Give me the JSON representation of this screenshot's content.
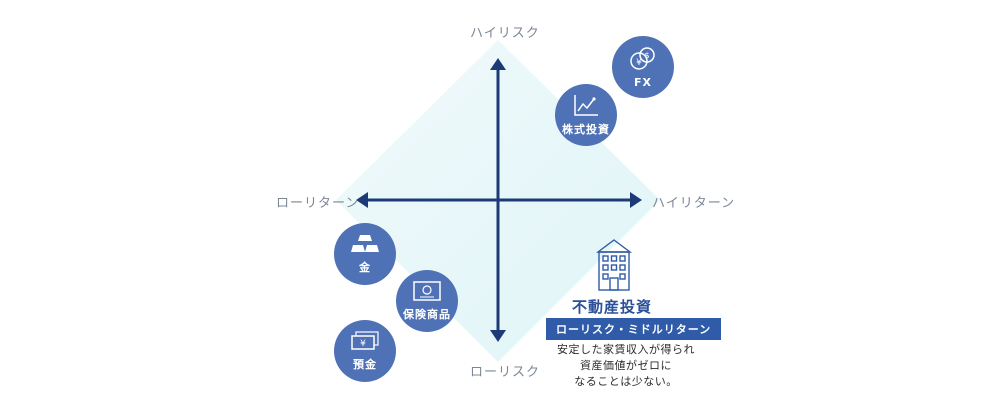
{
  "axes": {
    "top": "ハイリスク",
    "bottom": "ローリスク",
    "left": "ローリターン",
    "right": "ハイリターン"
  },
  "items": {
    "fx": {
      "label": "FX",
      "icon": "currency-exchange-icon"
    },
    "stocks": {
      "label": "株式投資",
      "icon": "line-chart-icon"
    },
    "gold": {
      "label": "金",
      "icon": "gold-bars-icon"
    },
    "insurance": {
      "label": "保険商品",
      "icon": "certificate-icon"
    },
    "deposit": {
      "label": "預金",
      "icon": "banknote-icon"
    }
  },
  "real_estate": {
    "title": "不動産投資",
    "badge": "ローリスク・ミドルリターン",
    "desc_line1": "安定した家賃収入が得られ",
    "desc_line2": "資産価値がゼロに",
    "desc_line3": "なることは少ない。",
    "icon": "apartment-building-icon"
  },
  "colors": {
    "bubble": "#4f72b6",
    "axis": "#1d3a78",
    "diamond_light": "#e7f6f8",
    "badge": "#2f5ba8"
  }
}
